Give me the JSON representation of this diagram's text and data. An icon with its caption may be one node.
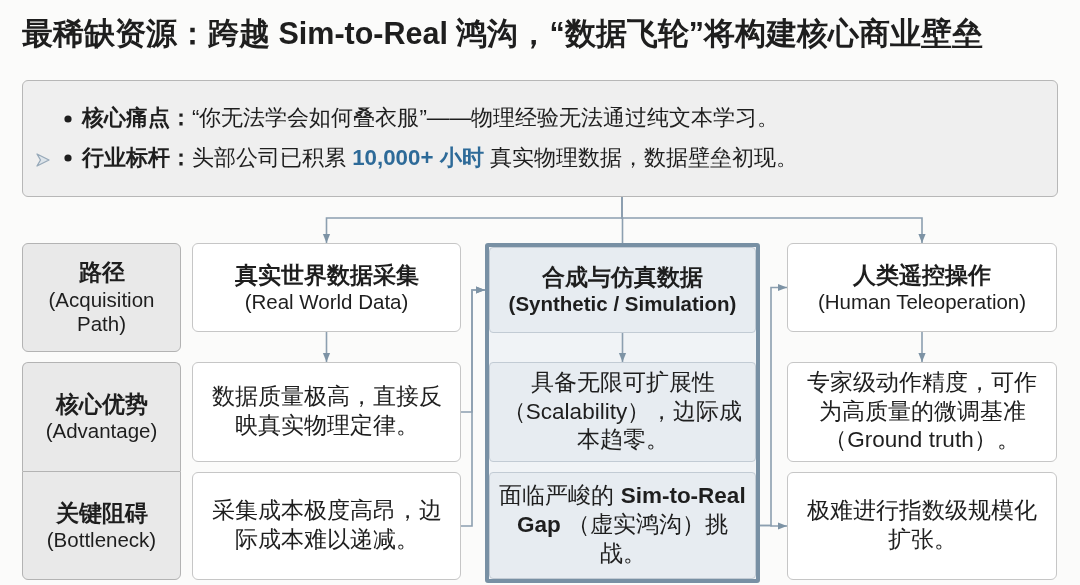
{
  "diagram": {
    "title": "最稀缺资源：跨越 Sim-to-Real 鸿沟，“数据飞轮”将构建核心商业壁垒",
    "nodes": [
      {
        "text": [
          "**核心痛点：**“你无法学会如何叠衣服”——物理经验无法通过纯文本学习。",
          "**行业标杆：**头部公司已积累 **10,000+ 小时** 真实物理数据，数据壁垒初现。"
        ]
      },
      {
        "text": [
          "路径",
          "(Acquisition Path)"
        ]
      },
      {
        "text": [
          "核心优势",
          "(Advantage)"
        ]
      },
      {
        "text": [
          "关键阻碍",
          "(Bottleneck)"
        ]
      },
      {
        "text": [
          "真实世界数据采集",
          "(Real World Data)"
        ]
      },
      {
        "text": [
          "数据质量极高，直接反映真实物理定律。"
        ]
      },
      {
        "text": [
          "采集成本极度高昂，边际成本难以递减。"
        ]
      },
      {
        "text": [],
        "shape": "box"
      },
      {
        "text": [
          "合成与仿真数据",
          "(Synthetic / Simulation)"
        ],
        "in": 7
      },
      {
        "text": [
          "具备无限可扩展性（Scalability），边际成本趋零。"
        ],
        "in": 7
      },
      {
        "text": [
          "面临严峻的 **Sim-to-Real Gap** （虚实鸿沟）挑战。"
        ],
        "in": 7
      },
      {
        "text": [
          "人类遥控操作",
          "(Human Teleoperation)"
        ]
      },
      {
        "text": [
          "专家级动作精度，可作为高质量的微调基准（Ground truth）。"
        ]
      },
      {
        "text": [
          "极难进行指数级规模化扩张。"
        ]
      }
    ],
    "edges": [
      {
        "from": 0,
        "to": 4,
        "arrow": "to"
      },
      {
        "from": 0,
        "to": 8,
        "arrow": "none"
      },
      {
        "from": 0,
        "to": 11,
        "arrow": "to"
      },
      {
        "from": 4,
        "to": 5,
        "arrow": "to"
      },
      {
        "from": 5,
        "to": 8,
        "arrow": "to"
      },
      {
        "from": 6,
        "to": 8,
        "arrow": "to"
      },
      {
        "from": 8,
        "to": 9,
        "arrow": "to"
      },
      {
        "from": 10,
        "to": 11,
        "arrow": "to"
      },
      {
        "from": 10,
        "to": 13,
        "arrow": "to"
      },
      {
        "from": 11,
        "to": 12,
        "arrow": "to"
      }
    ]
  }
}
